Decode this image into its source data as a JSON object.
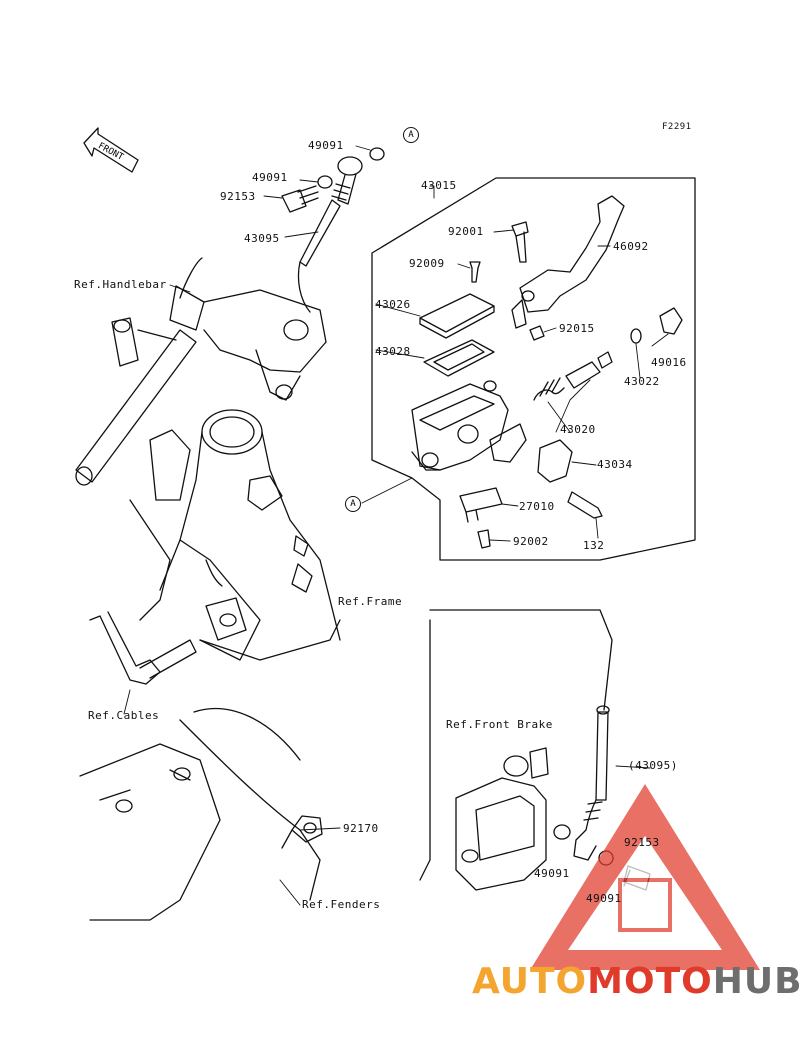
{
  "figure_code": "F2291",
  "front_label": "FRONT",
  "callout_letter": "A",
  "parts": {
    "p49091_top": "49091",
    "p49091_mid": "49091",
    "p92153_top": "92153",
    "p43095": "43095",
    "p43015": "43015",
    "p92001": "92001",
    "p46092": "46092",
    "p92009": "92009",
    "p43026": "43026",
    "p92015": "92015",
    "p43028": "43028",
    "p49016": "49016",
    "p43022": "43022",
    "p43020": "43020",
    "p43034": "43034",
    "p27010": "27010",
    "p92002": "92002",
    "p132": "132",
    "p92170": "92170",
    "p43095_ref": "(43095)",
    "p92153_bot": "92153",
    "p49091_bot1": "49091",
    "p49091_bot2": "49091"
  },
  "refs": {
    "handlebar": "Ref.Handlebar",
    "frame": "Ref.Frame",
    "cables": "Ref.Cables",
    "front_brake": "Ref.Front Brake",
    "fenders": "Ref.Fenders"
  },
  "watermark": {
    "part1": "AUTO",
    "part2": "MOTO",
    "part3": "HUB",
    "color_orange": "#f4a530",
    "color_red": "#e03a2a",
    "color_gray": "#6e6e6e"
  }
}
